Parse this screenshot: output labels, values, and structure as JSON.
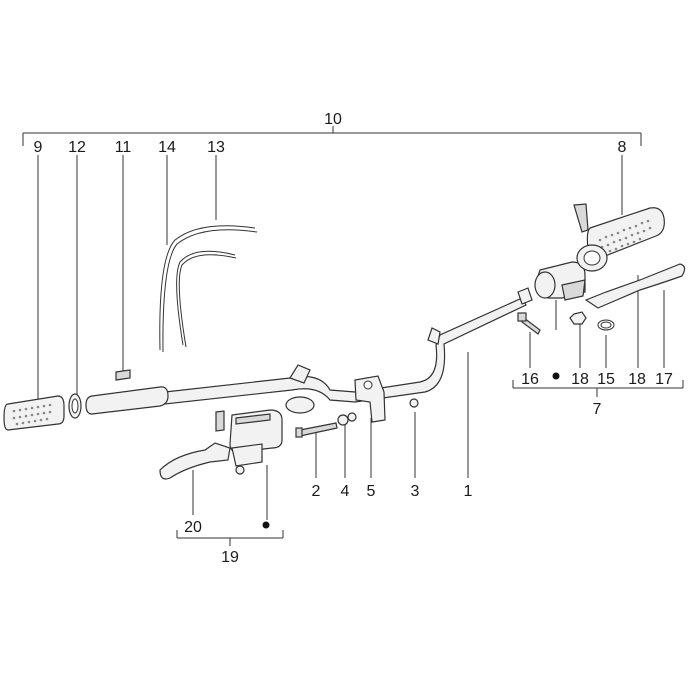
{
  "labels": {
    "p1": "1",
    "p2": "2",
    "p3": "3",
    "p4": "4",
    "p5": "5",
    "p7": "7",
    "p8": "8",
    "p9": "9",
    "p10": "10",
    "p11": "11",
    "p12": "12",
    "p13": "13",
    "p14": "14",
    "p15": "15",
    "p16": "16",
    "p17": "17",
    "p18a": "18",
    "p18b": "18",
    "p19": "19",
    "p20": "20"
  },
  "colors": {
    "line": "#333333",
    "fill": "#f2f2f2",
    "dark": "#d9d9d9"
  }
}
